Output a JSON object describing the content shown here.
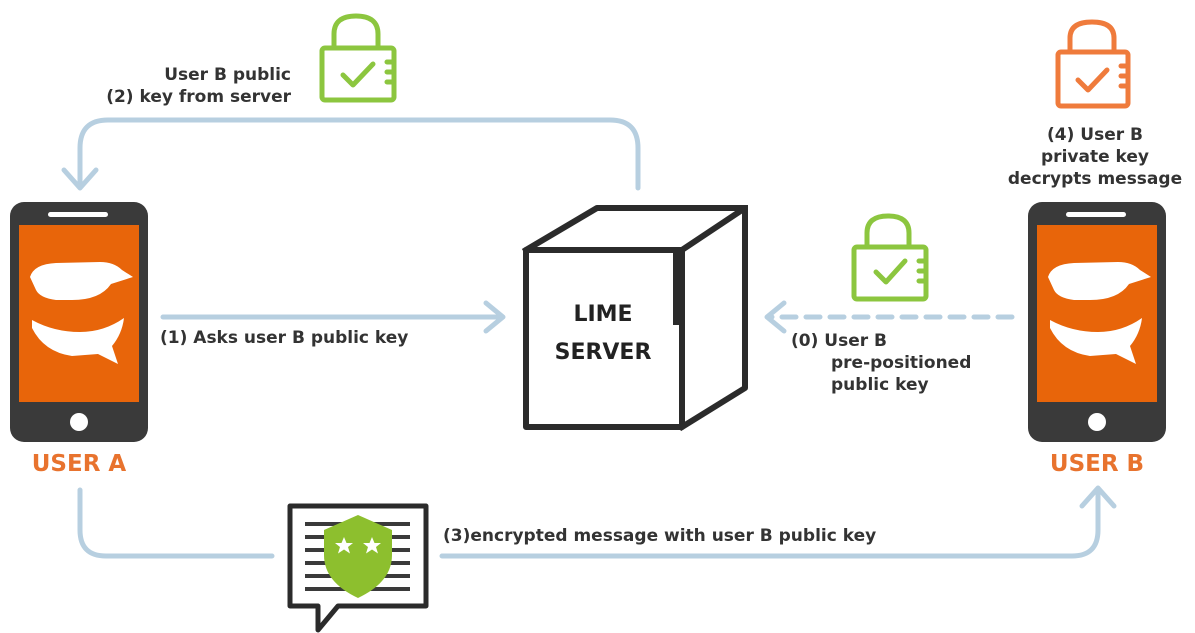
{
  "labels": {
    "step2": [
      "User B public",
      "(2) key from server"
    ],
    "step4": [
      "(4)  User B",
      "private key",
      "decrypts message"
    ],
    "step1": "(1) Asks user B public key",
    "step0": [
      "(0) User B",
      "pre-positioned",
      "public key"
    ],
    "step3": "(3)encrypted message with user B public key"
  },
  "server": [
    "LIME",
    "SERVER"
  ],
  "users": {
    "a": "USER A",
    "b": "USER B"
  },
  "colors": {
    "arrow": "#b7cfe0",
    "phone_body": "#3a3a3a",
    "phone_screen": "#e8650a",
    "lock_green": "#8cc63f",
    "lock_orange": "#ef7b3c",
    "user_label": "#e8732e",
    "shield_green": "#8dbf2e"
  },
  "icons": [
    "padlock-check-icon",
    "smartphone-icon",
    "chat-logo-icon",
    "server-cube-icon",
    "secure-message-icon",
    "shield-stars-icon"
  ]
}
